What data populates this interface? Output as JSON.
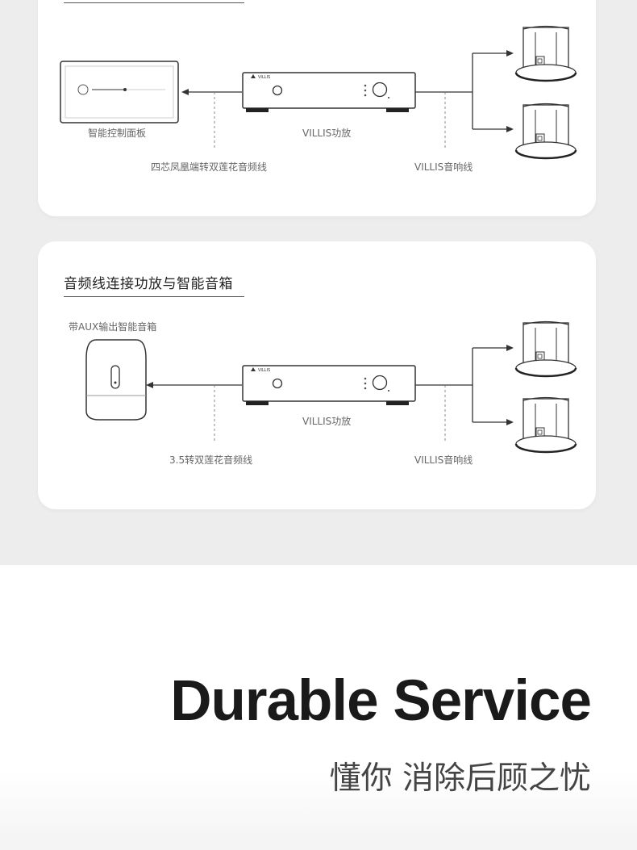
{
  "diagram1": {
    "control_panel_label": "智能控制面板",
    "amp_label": "VILLIS功放",
    "amp_brand": "VILLIS",
    "cable_left_label": "四芯凤凰端转双莲花音频线",
    "cable_right_label": "VILLIS音响线"
  },
  "diagram2": {
    "title": "音频线连接功放与智能音箱",
    "smart_speaker_label": "带AUX输出智能音箱",
    "amp_label": "VILLIS功放",
    "amp_brand": "VILLIS",
    "cable_left_label": "3.5转双莲花音频线",
    "cable_right_label": "VILLIS音响线"
  },
  "footer": {
    "headline": "Durable Service",
    "subline": "懂你 消除后顾之忧"
  },
  "colors": {
    "page_bg": "#ededee",
    "card_bg": "#ffffff",
    "line": "#333333",
    "headline": "#1a1a1a"
  }
}
